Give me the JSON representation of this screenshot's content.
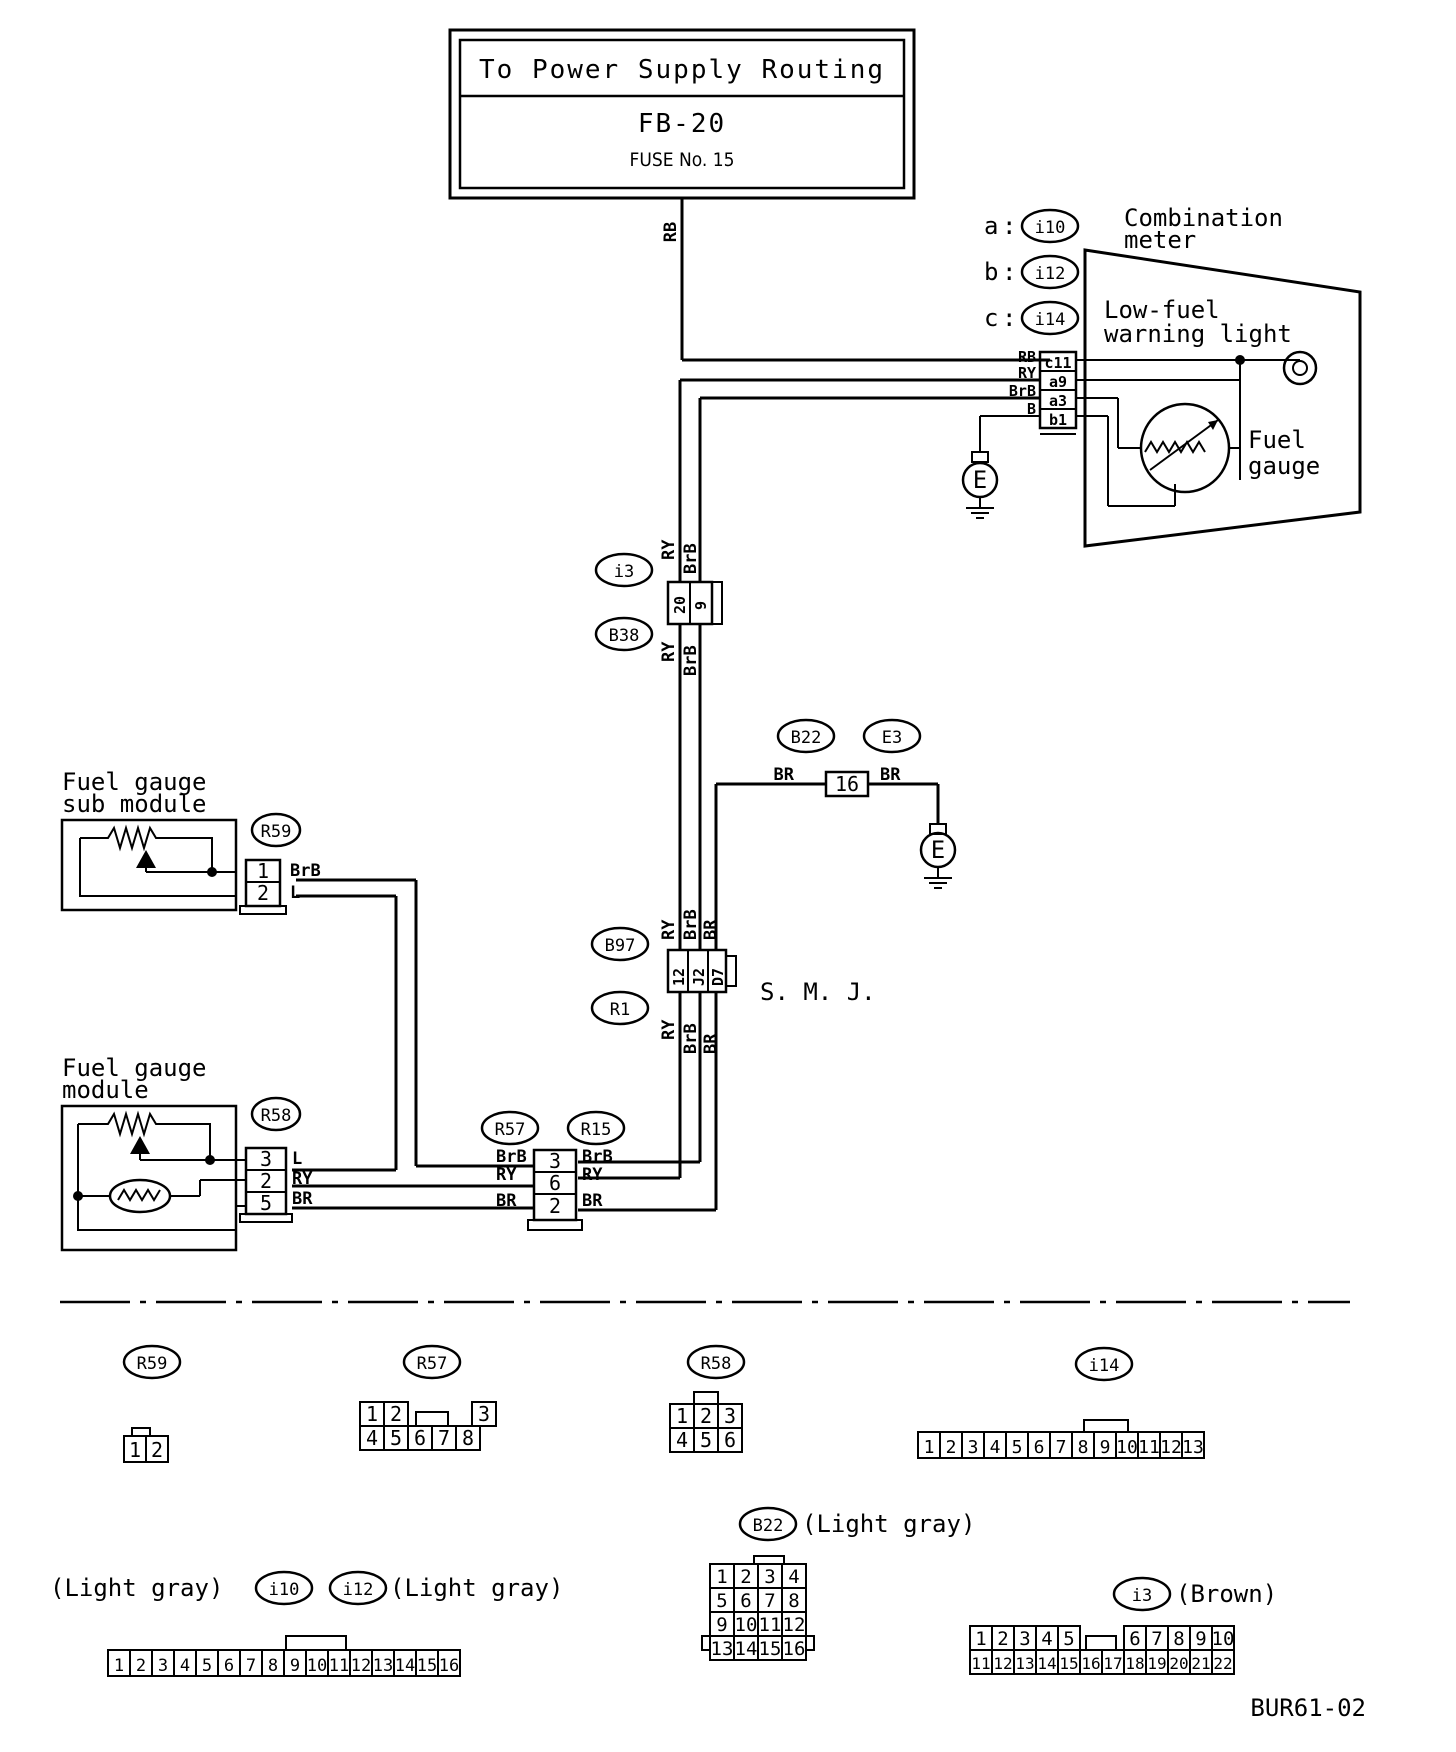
{
  "power_box": {
    "title": "To Power Supply Routing",
    "fb": "FB-20",
    "fuse": "FUSE No. 15"
  },
  "meter": {
    "title_line1": "Combination",
    "title_line2": "meter",
    "connectors": [
      {
        "letter": "a",
        "code": "i10"
      },
      {
        "letter": "b",
        "code": "i12"
      },
      {
        "letter": "c",
        "code": "i14"
      }
    ],
    "lowfuel_line1": "Low-fuel",
    "lowfuel_line2": "warning light",
    "gauge_line1": "Fuel",
    "gauge_line2": "gauge",
    "pins": [
      "c11",
      "a9",
      "a3",
      "b1"
    ],
    "wires": [
      "RB",
      "RY",
      "BrB",
      "B"
    ]
  },
  "ground_symbol": "E",
  "connectors": {
    "i13": "i3",
    "b38": "B38",
    "b22": "B22",
    "e3": "E3",
    "b97": "B97",
    "r1": "R1",
    "r59": "R59",
    "r58": "R58",
    "r57": "R57",
    "r15": "R15"
  },
  "pins": {
    "i13": [
      "20",
      "9"
    ],
    "b22": "16",
    "b97": [
      "12",
      "J2",
      "D7"
    ],
    "r59": [
      "1",
      "2"
    ],
    "r58": [
      "3",
      "2",
      "5"
    ],
    "r57": [
      "3",
      "6",
      "2"
    ]
  },
  "wires": {
    "RB": "RB",
    "RY": "RY",
    "BrB": "BrB",
    "BR": "BR",
    "L": "L"
  },
  "smj": "S. M. J.",
  "sub_module_line1": "Fuel gauge",
  "sub_module_line2": "sub module",
  "module_line1": "Fuel gauge",
  "module_line2": "module",
  "legend": {
    "r59": {
      "code": "R59",
      "pins": [
        "1",
        "2"
      ]
    },
    "r57": {
      "code": "R57",
      "row1": [
        "1",
        "2",
        "3"
      ],
      "row2": [
        "4",
        "5",
        "6",
        "7",
        "8"
      ]
    },
    "r58": {
      "code": "R58",
      "row1": [
        "1",
        "2",
        "3"
      ],
      "row2": [
        "4",
        "5",
        "6"
      ]
    },
    "i14": {
      "code": "i14",
      "pins": [
        "1",
        "2",
        "3",
        "4",
        "5",
        "6",
        "7",
        "8",
        "9",
        "10",
        "11",
        "12",
        "13"
      ]
    },
    "b22": {
      "code": "B22",
      "color": "(Light gray)",
      "rows": [
        [
          "1",
          "2",
          "3",
          "4"
        ],
        [
          "5",
          "6",
          "7",
          "8"
        ],
        [
          "9",
          "10",
          "11",
          "12"
        ],
        [
          "13",
          "14",
          "15",
          "16"
        ]
      ]
    },
    "i10": {
      "code": "i10",
      "color": "(Light gray)"
    },
    "i12": {
      "code": "i12",
      "color": "(Light gray)"
    },
    "i10_12_pins": [
      "1",
      "2",
      "3",
      "4",
      "5",
      "6",
      "7",
      "8",
      "9",
      "10",
      "11",
      "12",
      "13",
      "14",
      "15",
      "16"
    ],
    "i3": {
      "code": "i3",
      "color": "(Brown)",
      "row1": [
        "1",
        "2",
        "3",
        "4",
        "5",
        "6",
        "7",
        "8",
        "9",
        "10"
      ],
      "row2": [
        "11",
        "12",
        "13",
        "14",
        "15",
        "16",
        "17",
        "18",
        "19",
        "20",
        "21",
        "22"
      ]
    }
  },
  "figure_code": "BUR61-02"
}
